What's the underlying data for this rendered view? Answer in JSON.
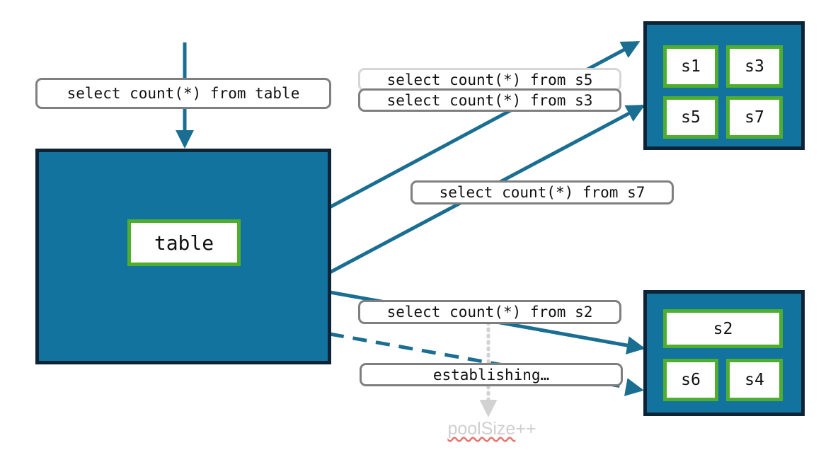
{
  "diagram": {
    "title": "Connection pool query routing diagram",
    "colors": {
      "pool_fill": "#12739E",
      "pool_border": "#0D2436",
      "node_border": "#4FAE2E",
      "node_fill": "#FFFFFF",
      "arrow": "#1A6E92",
      "label_border": "#7F7F7F",
      "label_border_light": "#D6D6D6",
      "dotted_arrow": "#D2D2D2",
      "annotation_text": "#CFCFCF",
      "spellcheck_underline": "#E8726B"
    }
  },
  "table_pool": {
    "node_label": "table"
  },
  "server_pool_top": {
    "nodes": [
      {
        "id": "s1",
        "label": "s1"
      },
      {
        "id": "s3",
        "label": "s3"
      },
      {
        "id": "s5",
        "label": "s5"
      },
      {
        "id": "s7",
        "label": "s7"
      }
    ]
  },
  "server_pool_bottom": {
    "nodes": [
      {
        "id": "s2",
        "label": "s2"
      },
      {
        "id": "s6",
        "label": "s6"
      },
      {
        "id": "s4",
        "label": "s4"
      }
    ]
  },
  "labels": {
    "from_table": "select count(*) from table",
    "from_s5": "select count(*) from s5",
    "from_s3": "select count(*) from s3",
    "from_s7": "select count(*) from s7",
    "from_s2": "select count(*) from s2",
    "establishing": "establishing…"
  },
  "annotations": {
    "pool_size_misspelled": "poolSize",
    "pool_size_suffix": "++"
  },
  "icons": {
    "arrow_head": "arrow-head-icon",
    "dotted_arrow_head": "dotted-arrow-head-icon"
  }
}
